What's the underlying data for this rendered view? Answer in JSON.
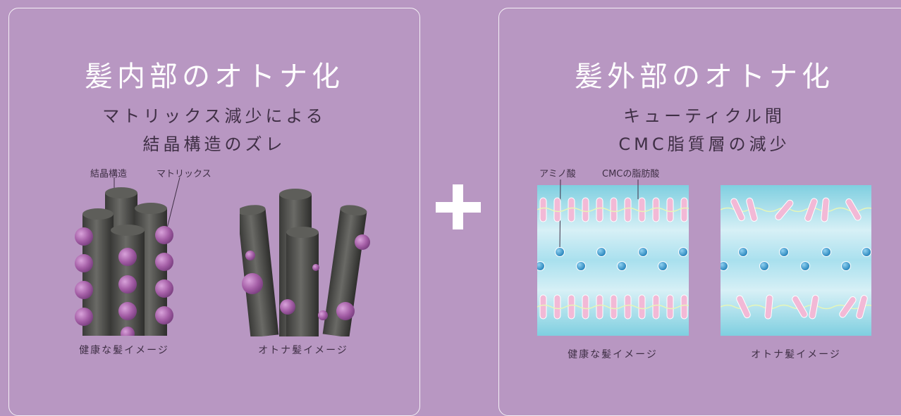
{
  "left_panel": {
    "title": "髪内部のオトナ化",
    "subtitle_line1": "マトリックス減少による",
    "subtitle_line2": "結晶構造のズレ",
    "labels": {
      "crystal": "結晶構造",
      "matrix": "マトリックス"
    },
    "healthy_caption": "健康な髪イメージ",
    "aged_caption": "オトナ髪イメージ"
  },
  "right_panel": {
    "title": "髪外部のオトナ化",
    "subtitle_line1": "キューティクル間",
    "subtitle_line2": "CMC脂質層の減少",
    "labels": {
      "amino": "アミノ酸",
      "cmc": "CMCの脂肪酸"
    },
    "healthy_caption": "健康な髪イメージ",
    "aged_caption": "オトナ髪イメージ"
  },
  "plus_icon": "plus-icon",
  "colors": {
    "background": "#b897c2",
    "fiber": "#4a4a48",
    "matrix_ball": "#a45ea6",
    "cmc_bg": "#7fcfe0",
    "amino": "#2d8fc6",
    "lipid": "#f2b9d6"
  }
}
